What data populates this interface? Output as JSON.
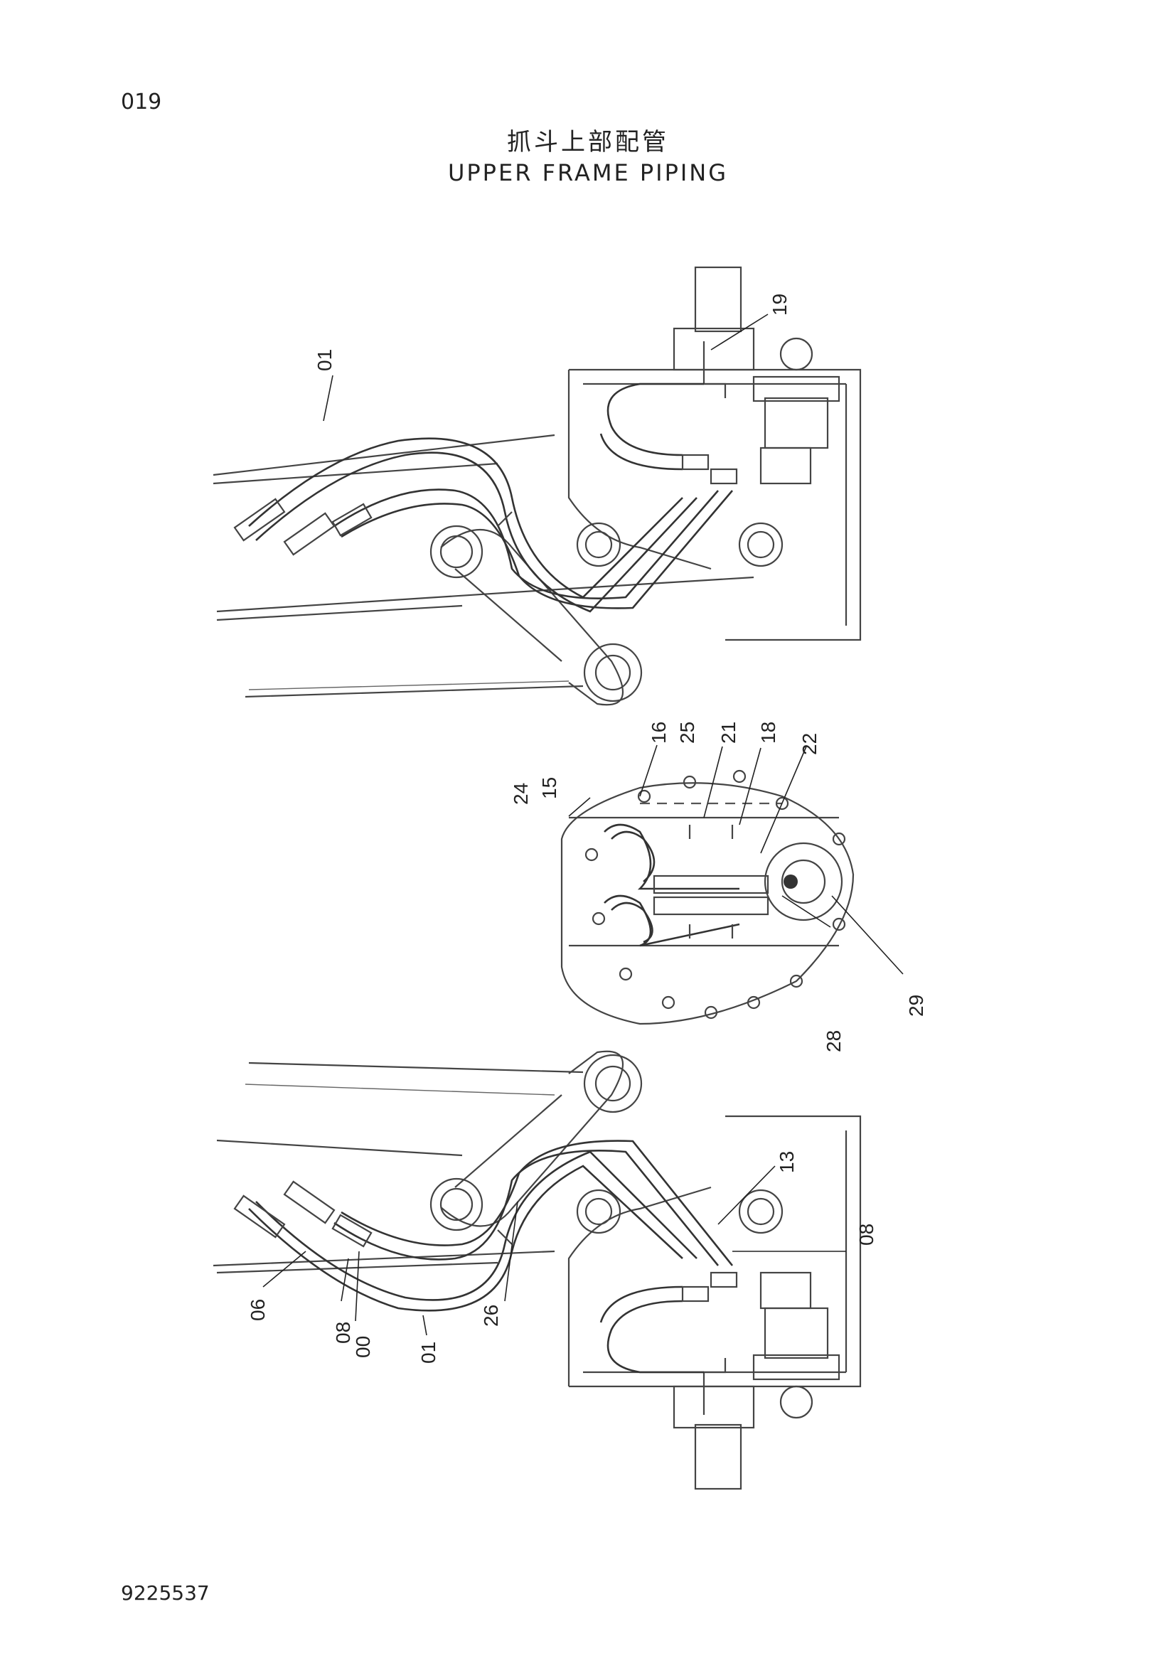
{
  "page_number": "019",
  "title_cn": "抓斗上部配管",
  "title_en": "UPPER FRAME PIPING",
  "doc_number": "9225537",
  "callouts": {
    "top": [
      "01",
      "19"
    ],
    "middle": [
      "24",
      "15",
      "16",
      "25",
      "21",
      "18",
      "22",
      "28",
      "29"
    ],
    "bottom": [
      "13",
      "08",
      "06",
      "08",
      "00",
      "01",
      "26"
    ]
  }
}
